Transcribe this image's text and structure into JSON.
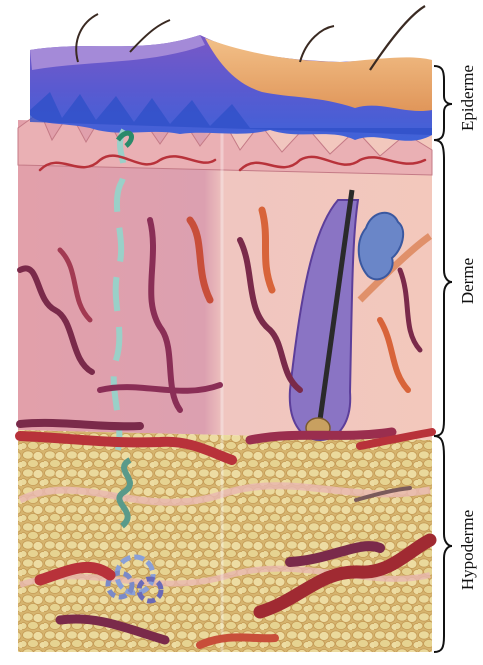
{
  "diagram": {
    "labels": {
      "epidermis": "Epiderme",
      "dermis": "Derme",
      "hypodermis": "Hypoderme"
    },
    "colors": {
      "epidermis_top": "#8a5ac8",
      "epidermis_inner": "#4a63d4",
      "hair_skin_right": "#e8a86a",
      "dermis": "#e8a6ac",
      "dermis_light": "#f0c2c2",
      "vessel_red": "#b8323a",
      "vessel_maroon": "#7a2a4a",
      "vessel_orange": "#d8643a",
      "fat_cell": "#e8d79a",
      "hair_follicle": "#7a62b4",
      "gland_blue": "#6a8ac8",
      "bracket": "#111111"
    }
  }
}
